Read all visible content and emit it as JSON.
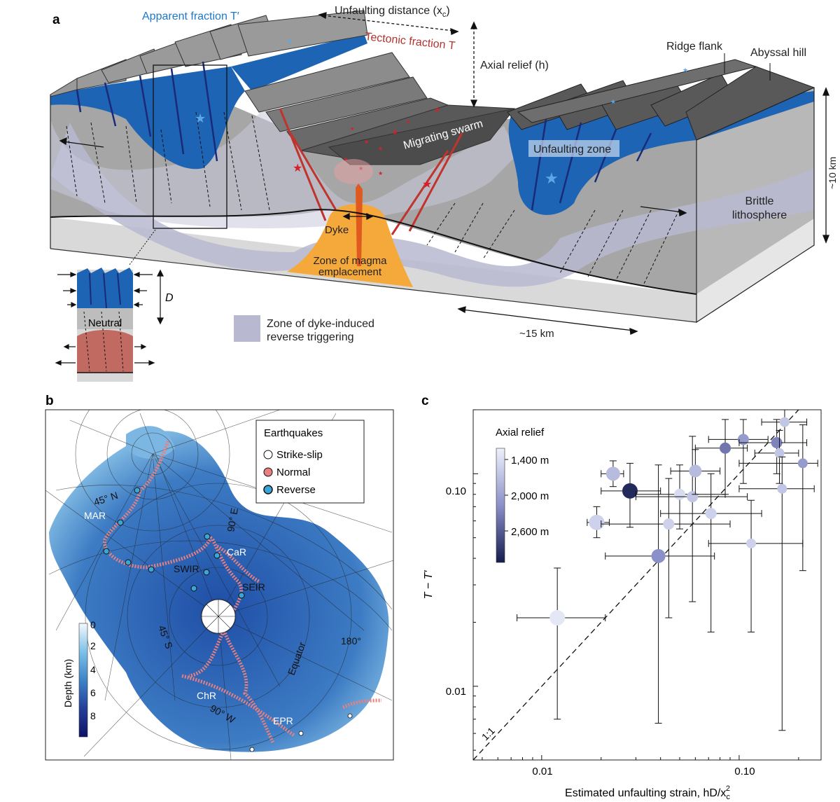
{
  "panel_a": {
    "letter": "a",
    "apparent_fraction": "Apparent fraction T′",
    "unfaulting_distance": "Unfaulting distance (x",
    "unfaulting_distance_sub": "c",
    "unfaulting_distance_close": ")",
    "tectonic_fraction": "Tectonic fraction T",
    "axial_relief": "Axial relief (h)",
    "ridge_flank": "Ridge flank",
    "abyssal_hill": "Abyssal hill",
    "migrating_swarm": "Migrating swarm",
    "unfaulting_zone": "Unfaulting zone",
    "depth_10km": "~10 km",
    "brittle_1": "Brittle",
    "brittle_2": "lithosphere",
    "dyke": "Dyke",
    "magma_1": "Zone of magma",
    "magma_2": "emplacement",
    "width_15km": "~15 km",
    "reverse_zone_1": "Zone of dyke-induced",
    "reverse_zone_2": "reverse triggering",
    "inset_D": "D",
    "inset_neutral": "Neutral",
    "colors": {
      "blue": "#1e64b4",
      "red": "#b4332e",
      "orange": "#f5a93a",
      "grey_top": "#595959",
      "purple_zone": "#b8b8d0"
    }
  },
  "panel_b": {
    "letter": "b",
    "legend_title": "Earthquakes",
    "legend_items": [
      {
        "label": "Strike-slip",
        "color": "#ffffff"
      },
      {
        "label": "Normal",
        "color": "#e88080"
      },
      {
        "label": "Reverse",
        "color": "#3aa5d6"
      }
    ],
    "labels": {
      "mar": "MAR",
      "car": "CaR",
      "swir": "SWIR",
      "seir": "SEIR",
      "chr": "ChR",
      "epr": "EPR",
      "lat45n": "45° N",
      "lat45s": "45° S",
      "lon90e": "90° E",
      "lon90w": "90° W",
      "lon180": "180°",
      "equator": "Equator"
    },
    "depth_title": "Depth (km)",
    "depth_ticks": [
      "0",
      "2",
      "4",
      "6",
      "8"
    ]
  },
  "panel_c": {
    "letter": "c",
    "ylabel": "T − T′",
    "xlabel": "Estimated unfaulting strain, hD/x",
    "xlabel_sub": "c",
    "xlabel_sup": "2",
    "x_ticks": [
      "0.01",
      "0.10"
    ],
    "y_ticks": [
      "0.10",
      "0.01"
    ],
    "one_to_one": "1:1",
    "legend_title": "Axial relief",
    "legend_ticks": [
      "1,400 m",
      "2,000 m",
      "2,600 m"
    ]
  },
  "chart_data": {
    "type": "scatter",
    "xlabel": "Estimated unfaulting strain, hD/x_c^2",
    "ylabel": "T − T′",
    "xscale": "log",
    "yscale": "log",
    "xlim": [
      0.0045,
      0.26
    ],
    "ylim": [
      0.0045,
      0.2
    ],
    "colorbar": {
      "label": "Axial relief",
      "min": 1200,
      "max": 3000,
      "unit": "m"
    },
    "points": [
      {
        "x": 0.012,
        "y": 0.021,
        "xerr": [
          0.0075,
          0.021
        ],
        "yerr": [
          0.007,
          0.036
        ],
        "relief": 1300,
        "size": 11
      },
      {
        "x": 0.019,
        "y": 0.059,
        "xerr": [
          0.017,
          0.022
        ],
        "yerr": [
          0.05,
          0.07
        ],
        "relief": 1500,
        "size": 11
      },
      {
        "x": 0.023,
        "y": 0.1,
        "xerr": [
          0.02,
          0.026
        ],
        "yerr": [
          0.087,
          0.115
        ],
        "relief": 1700,
        "size": 10
      },
      {
        "x": 0.028,
        "y": 0.083,
        "xerr": [
          0.02,
          0.04
        ],
        "yerr": [
          0.056,
          0.112
        ],
        "relief": 2900,
        "size": 11
      },
      {
        "x": 0.039,
        "y": 0.041,
        "xerr": [
          0.021,
          0.075
        ],
        "yerr": [
          0.0067,
          0.11
        ],
        "relief": 2100,
        "size": 10
      },
      {
        "x": 0.044,
        "y": 0.058,
        "xerr": [
          0.02,
          0.09
        ],
        "yerr": [
          0.021,
          0.095
        ],
        "relief": 1500,
        "size": 8
      },
      {
        "x": 0.05,
        "y": 0.08,
        "xerr": [
          0.03,
          0.085
        ],
        "yerr": [
          0.055,
          0.11
        ],
        "relief": 1400,
        "size": 8
      },
      {
        "x": 0.058,
        "y": 0.078,
        "xerr": [
          0.03,
          0.11
        ],
        "yerr": [
          0.025,
          0.15
        ],
        "relief": 1600,
        "size": 8
      },
      {
        "x": 0.06,
        "y": 0.103,
        "xerr": [
          0.045,
          0.08
        ],
        "yerr": [
          0.08,
          0.13
        ],
        "relief": 1700,
        "size": 9
      },
      {
        "x": 0.072,
        "y": 0.065,
        "xerr": [
          0.04,
          0.13
        ],
        "yerr": [
          0.018,
          0.1
        ],
        "relief": 1500,
        "size": 8
      },
      {
        "x": 0.085,
        "y": 0.132,
        "xerr": [
          0.06,
          0.11
        ],
        "yerr": [
          0.08,
          0.18
        ],
        "relief": 2300,
        "size": 8
      },
      {
        "x": 0.105,
        "y": 0.145,
        "xerr": [
          0.07,
          0.14
        ],
        "yerr": [
          0.09,
          0.18
        ],
        "relief": 2000,
        "size": 8
      },
      {
        "x": 0.115,
        "y": 0.047,
        "xerr": [
          0.07,
          0.21
        ],
        "yerr": [
          0.018,
          0.075
        ],
        "relief": 1500,
        "size": 7
      },
      {
        "x": 0.155,
        "y": 0.14,
        "xerr": [
          0.1,
          0.22
        ],
        "yerr": [
          0.1,
          0.18
        ],
        "relief": 2200,
        "size": 8
      },
      {
        "x": 0.16,
        "y": 0.125,
        "xerr": [
          0.12,
          0.2
        ],
        "yerr": [
          0.09,
          0.16
        ],
        "relief": 1600,
        "size": 7
      },
      {
        "x": 0.165,
        "y": 0.085,
        "xerr": [
          0.1,
          0.24
        ],
        "yerr": [
          0.0062,
          0.12
        ],
        "relief": 1600,
        "size": 7
      },
      {
        "x": 0.17,
        "y": 0.175,
        "xerr": [
          0.13,
          0.22
        ],
        "yerr": [
          0.14,
          0.2
        ],
        "relief": 1600,
        "size": 7
      },
      {
        "x": 0.21,
        "y": 0.112,
        "xerr": [
          0.1,
          0.25
        ],
        "yerr": [
          0.035,
          0.17
        ],
        "relief": 2000,
        "size": 7
      }
    ],
    "reference_line": {
      "label": "1:1",
      "y_equals_x": true
    }
  }
}
